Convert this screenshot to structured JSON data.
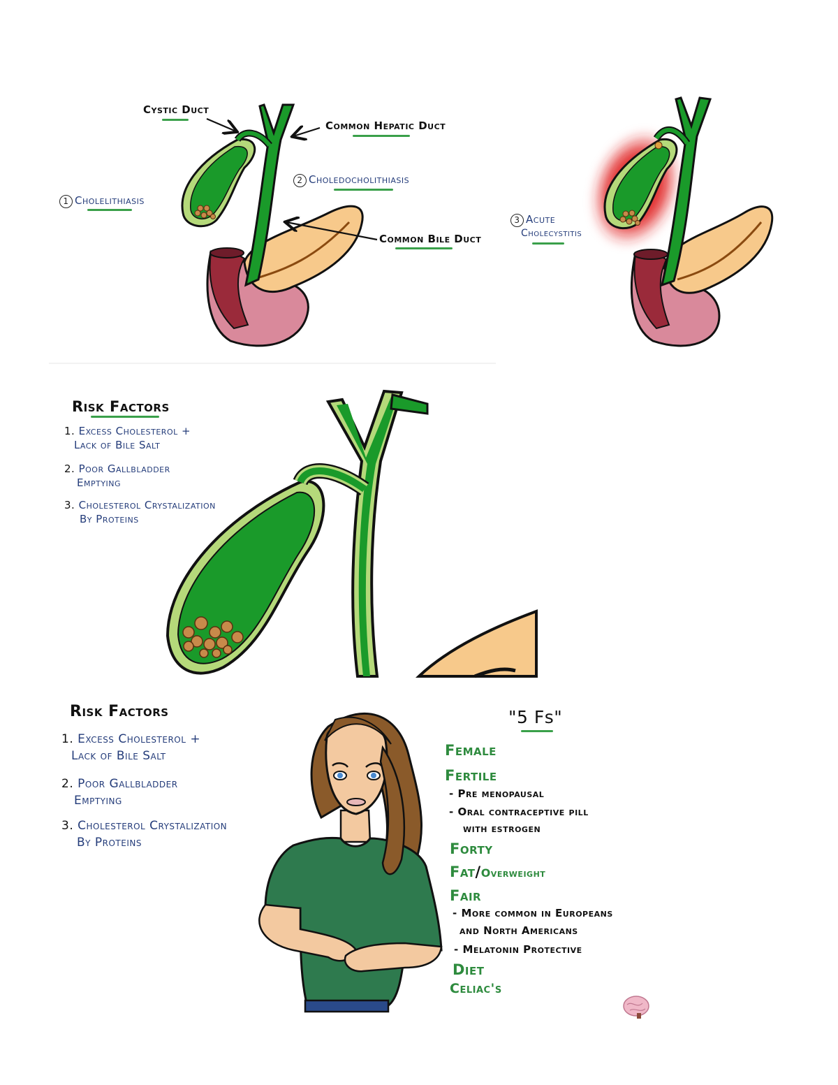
{
  "panel1": {
    "cystic_duct": "Cystic Duct",
    "common_hepatic_duct": "Common Hepatic Duct",
    "choledocholithiasis_num": "2",
    "choledocholithiasis": "Choledocholithiasis",
    "cholelithiasis_num": "1",
    "cholelithiasis": "Cholelithiasis",
    "common_bile_duct": "Common Bile Duct"
  },
  "panel2": {
    "acute_num": "3",
    "acute_line1": "Acute",
    "acute_line2": "Cholecystitis"
  },
  "panel3": {
    "title": "Risk Factors",
    "items": [
      {
        "n": "1.",
        "l1": "Excess Cholesterol +",
        "l2": "Lack of Bile Salt"
      },
      {
        "n": "2.",
        "l1": "Poor Gallbladder",
        "l2": "Emptying"
      },
      {
        "n": "3.",
        "l1": "Cholesterol Crystalization",
        "l2": "By Proteins"
      }
    ]
  },
  "panel4": {
    "title": "Risk Factors",
    "items": [
      {
        "n": "1.",
        "l1": "Excess Cholesterol +",
        "l2": "Lack of Bile Salt"
      },
      {
        "n": "2.",
        "l1": "Poor Gallbladder",
        "l2": "Emptying"
      },
      {
        "n": "3.",
        "l1": "Cholesterol Crystalization",
        "l2": "By Proteins"
      }
    ],
    "fives_title": "\"5 Fs\"",
    "female": "Female",
    "fertile": "Fertile",
    "fertile_sub1": "- Pre menopausal",
    "fertile_sub2a": "- Oral contraceptive pill",
    "fertile_sub2b": "with estrogen",
    "forty": "Forty",
    "fat": "Fat",
    "slash": "/",
    "overweight": "Overweight",
    "fair": "Fair",
    "fair_sub1a": "- More common in Europeans",
    "fair_sub1b": "and North Americans",
    "fair_sub2": "- Melatonin Protective",
    "diet": "Diet",
    "celiac": "Celiac's"
  },
  "colors": {
    "bile_green": "#1a9a2a",
    "wall_green": "#b5d97a",
    "stone": "#c78a4a",
    "pancreas": "#f7c98b",
    "duodenum": "#d9899b",
    "inflammation": "#e02020",
    "label_blue": "#243c7a",
    "label_green": "#2e8b3e",
    "underline": "#3aa04a"
  }
}
